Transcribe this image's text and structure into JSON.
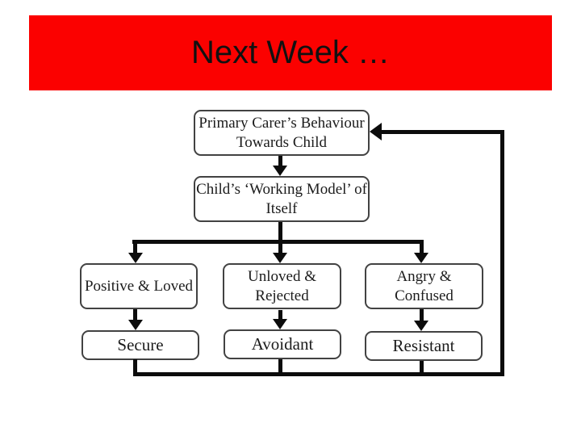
{
  "slide": {
    "title": "Next Week …"
  },
  "colors": {
    "banner_red": "#fb0100",
    "title_text": "#111111",
    "connector_black": "#0c0c0c",
    "box_border_gray": "#424242",
    "box_text": "#1c1c1c"
  },
  "flowchart": {
    "primary_carer": {
      "line1": "Primary Carer’s Behaviour",
      "line2": "Towards Child"
    },
    "working_model": {
      "line1": "Child’s ‘Working Model’ of",
      "line2": "Itself"
    },
    "positive_loved": {
      "line1": "Positive & Loved",
      "line2": ""
    },
    "unloved_rejected": {
      "line1": "Unloved &",
      "line2": "Rejected"
    },
    "angry_confused": {
      "line1": "Angry &",
      "line2": "Confused"
    },
    "secure": {
      "line1": "Secure",
      "line2": ""
    },
    "avoidant": {
      "line1": "Avoidant",
      "line2": ""
    },
    "resistant": {
      "line1": "Resistant",
      "line2": ""
    }
  }
}
